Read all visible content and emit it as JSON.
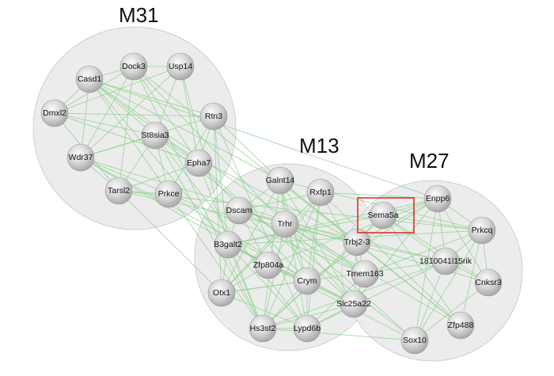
{
  "colors": {
    "cluster_fill": "#ececec",
    "edge": "#8fd08f",
    "highlight": "#d8261f",
    "node_fill": "#d9d9d9"
  },
  "modules": [
    {
      "id": "M31",
      "label": "M31"
    },
    {
      "id": "M13",
      "label": "M13"
    },
    {
      "id": "M27",
      "label": "M27"
    }
  ],
  "nodes": [
    {
      "id": "casd1",
      "label": "Casd1",
      "module": "M31"
    },
    {
      "id": "dock3",
      "label": "Dock3",
      "module": "M31"
    },
    {
      "id": "usp14",
      "label": "Usp14",
      "module": "M31"
    },
    {
      "id": "dmxl2",
      "label": "Dmxl2",
      "module": "M31"
    },
    {
      "id": "rtn3",
      "label": "Rtn3",
      "module": "M31"
    },
    {
      "id": "st8sia3",
      "label": "St8sia3",
      "module": "M31"
    },
    {
      "id": "wdr37",
      "label": "Wdr37",
      "module": "M31"
    },
    {
      "id": "epha7",
      "label": "Epha7",
      "module": "M31"
    },
    {
      "id": "tarsl2",
      "label": "Tarsl2",
      "module": "M31"
    },
    {
      "id": "prkce",
      "label": "Prkce",
      "module": "M31"
    },
    {
      "id": "galnt14",
      "label": "Galnt14",
      "module": "M13"
    },
    {
      "id": "rxfp1",
      "label": "Rxfp1",
      "module": "M13"
    },
    {
      "id": "dscam",
      "label": "Dscam",
      "module": "M13"
    },
    {
      "id": "trhr",
      "label": "Trhr",
      "module": "M13"
    },
    {
      "id": "b3galt2",
      "label": "B3galt2",
      "module": "M13"
    },
    {
      "id": "trbj23",
      "label": "Trbj2-3",
      "module": "M13"
    },
    {
      "id": "zfp804a",
      "label": "Zfp804a",
      "module": "M13"
    },
    {
      "id": "tmem163",
      "label": "Tmem163",
      "module": "M13"
    },
    {
      "id": "crym",
      "label": "Crym",
      "module": "M13"
    },
    {
      "id": "otx1",
      "label": "Otx1",
      "module": "M13"
    },
    {
      "id": "slc25a22",
      "label": "Slc25a22",
      "module": "M13"
    },
    {
      "id": "hs3st2",
      "label": "Hs3st2",
      "module": "M13"
    },
    {
      "id": "lypd6b",
      "label": "Lypd6b",
      "module": "M13"
    },
    {
      "id": "sema5a",
      "label": "Sema5a",
      "module": "M27",
      "highlighted": true
    },
    {
      "id": "enpp6",
      "label": "Enpp6",
      "module": "M27"
    },
    {
      "id": "prkcq",
      "label": "Prkcq",
      "module": "M27"
    },
    {
      "id": "rik1810041",
      "label": "1810041l15rik",
      "module": "M27"
    },
    {
      "id": "cnksr3",
      "label": "Cnksr3",
      "module": "M27"
    },
    {
      "id": "zfp488",
      "label": "Zfp488",
      "module": "M27"
    },
    {
      "id": "sox10",
      "label": "Sox10",
      "module": "M27"
    }
  ]
}
